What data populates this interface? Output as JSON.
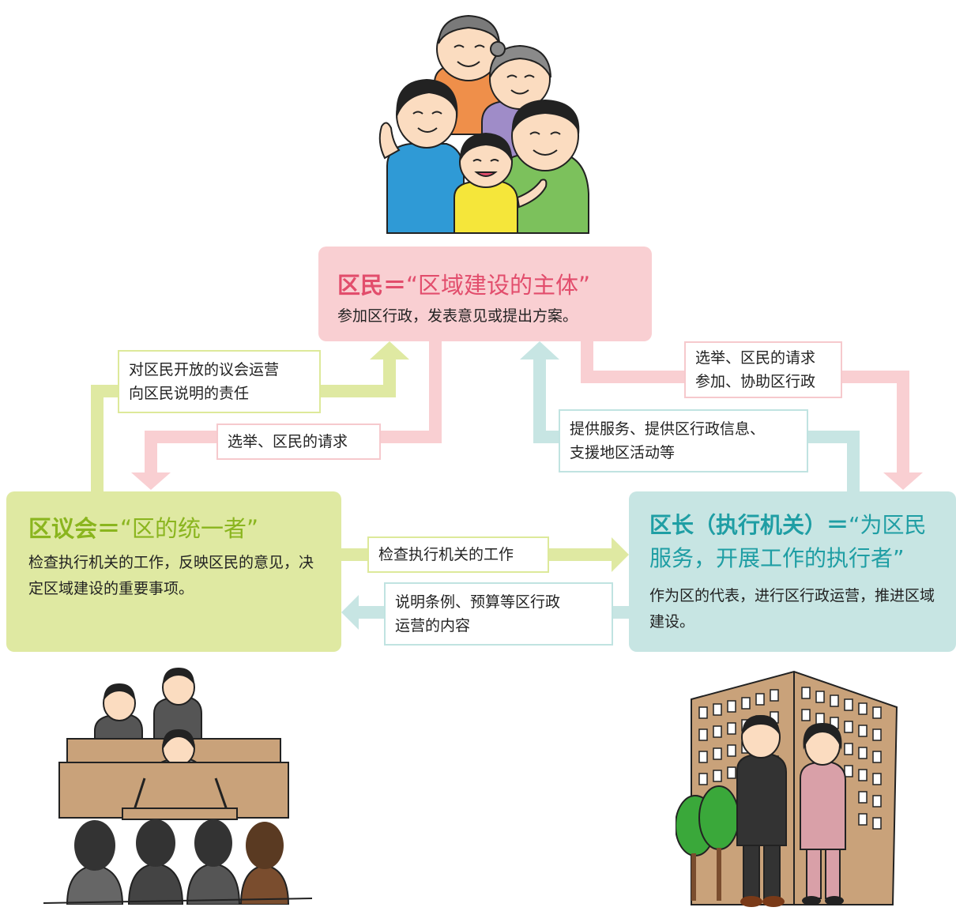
{
  "residents": {
    "title": "区民＝",
    "quote": "“区域建设的主体”",
    "body": "参加区行政，发表意见或提出方案。"
  },
  "council": {
    "title": "区议会＝",
    "quote": "“区的统一者”",
    "body": "检查执行机关的工作，反映区民的意见，决定区域建设的重要事项。"
  },
  "mayor": {
    "title": "区长（执行机关）＝",
    "quote": "“为区民服务，开展工作的执行者”",
    "body": "作为区的代表，进行区行政运营，推进区域建设。"
  },
  "flows": {
    "council_to_residents": [
      "对区民开放的议会运营",
      "向区民说明的责任"
    ],
    "residents_to_council": "选举、区民的请求",
    "residents_to_mayor": [
      "选举、区民的请求",
      "参加、协助区行政"
    ],
    "mayor_to_residents": [
      "提供服务、提供区行政信息、",
      "支援地区活动等"
    ],
    "council_to_mayor": "检查执行机关的工作",
    "mayor_to_council": [
      "说明条例、预算等区行政",
      "运营的内容"
    ]
  },
  "colors": {
    "residents": "#f9cfd2",
    "residents_title": "#e24d6c",
    "council": "#dfe9a2",
    "council_title": "#8ab51e",
    "mayor": "#c7e5e3",
    "mayor_title": "#1f9ea4"
  }
}
